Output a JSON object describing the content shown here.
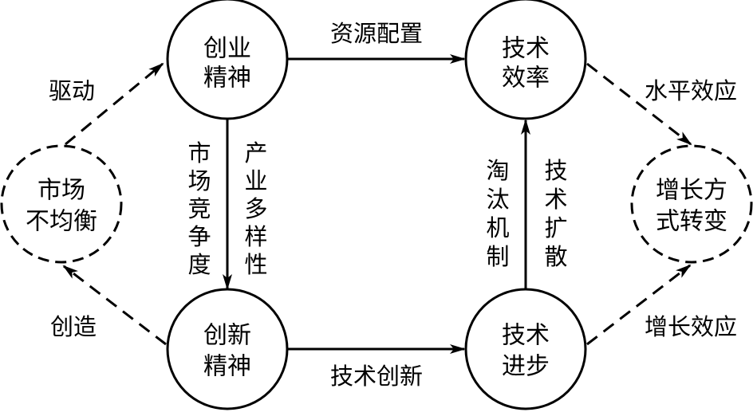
{
  "nodes": {
    "entrepreneurship": {
      "line1": "创业",
      "line2": "精神"
    },
    "tech_efficiency": {
      "line1": "技术",
      "line2": "效率"
    },
    "innovation": {
      "line1": "创新",
      "line2": "精神"
    },
    "tech_progress": {
      "line1": "技术",
      "line2": "进步"
    },
    "market_imbalance": {
      "line1": "市场",
      "line2": "不均衡"
    },
    "growth_transform": {
      "line1": "增长方",
      "line2": "式转变"
    }
  },
  "edges": {
    "resource_allocation": "资源配置",
    "tech_innovation": "技术创新",
    "drive": "驱动",
    "create": "创造",
    "level_effect": "水平效应",
    "growth_effect": "增长效应",
    "market_competition": [
      "市",
      "场",
      "竞",
      "争",
      "度"
    ],
    "industry_diversity": [
      "产",
      "业",
      "多",
      "样",
      "性"
    ],
    "elimination": [
      "淘",
      "汰",
      "机",
      "制"
    ],
    "tech_diffusion": [
      "技",
      "术",
      "扩",
      "散"
    ]
  },
  "colors": {
    "stroke": "#000000",
    "background": "#ffffff"
  }
}
